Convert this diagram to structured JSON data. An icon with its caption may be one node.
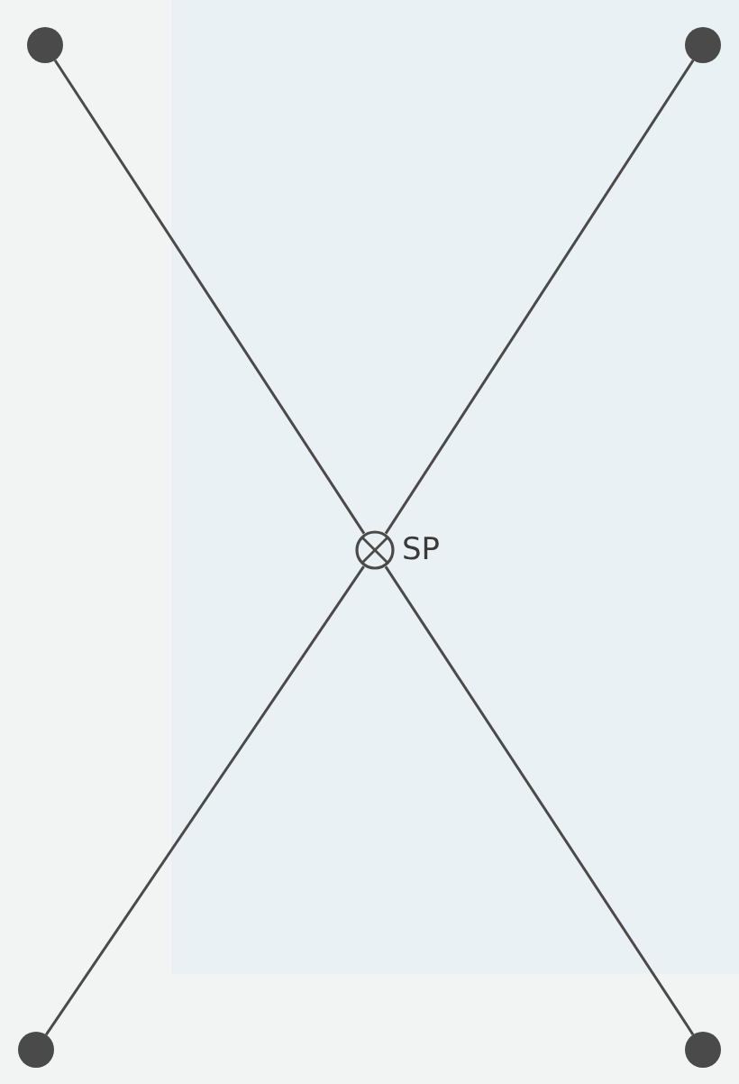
{
  "diagram": {
    "nodes": [
      {
        "text": [],
        "shape": "circle"
      },
      {
        "text": [],
        "shape": "circle"
      },
      {
        "text": [
          "SP"
        ]
      },
      {
        "text": [],
        "shape": "circle"
      },
      {
        "text": [],
        "shape": "circle"
      }
    ],
    "edges": [
      {
        "from": 0,
        "to": 2,
        "arrow": "none"
      },
      {
        "from": 1,
        "to": 2,
        "arrow": "none"
      },
      {
        "from": 2,
        "to": 3,
        "arrow": "none"
      },
      {
        "from": 2,
        "to": 4,
        "arrow": "none"
      }
    ]
  }
}
